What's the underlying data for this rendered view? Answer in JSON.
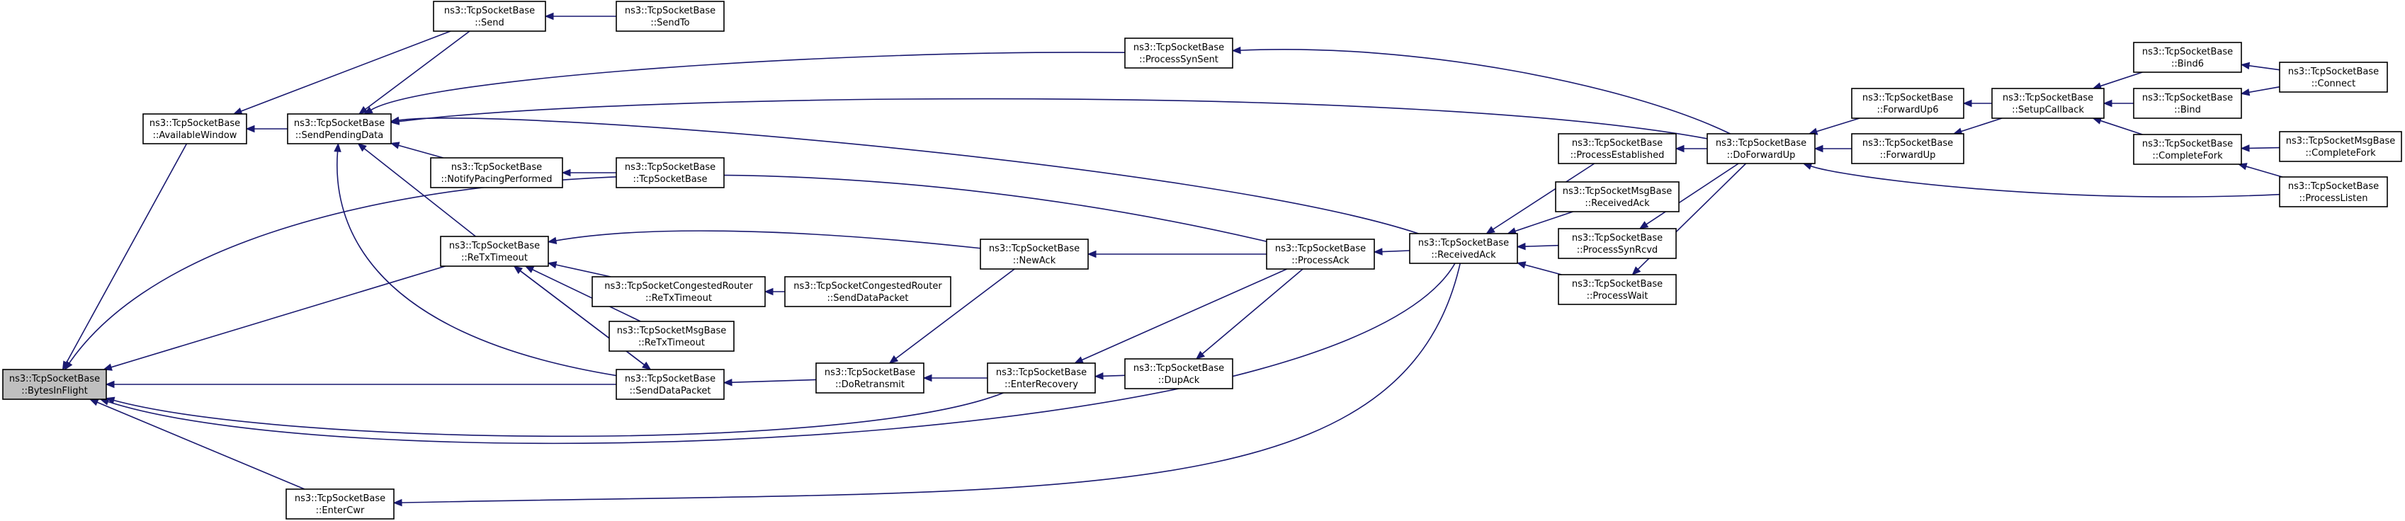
{
  "graph": {
    "edge_color": "#191970",
    "root_fill": "#bfbfbf",
    "nodes": [
      {
        "id": "BytesInFlight",
        "line1": "ns3::TcpSocketBase",
        "line2": "::BytesInFlight",
        "root": true
      },
      {
        "id": "AvailableWindow",
        "line1": "ns3::TcpSocketBase",
        "line2": "::AvailableWindow"
      },
      {
        "id": "SendPendingData",
        "line1": "ns3::TcpSocketBase",
        "line2": "::SendPendingData"
      },
      {
        "id": "Send",
        "line1": "ns3::TcpSocketBase",
        "line2": "::Send"
      },
      {
        "id": "SendTo",
        "line1": "ns3::TcpSocketBase",
        "line2": "::SendTo"
      },
      {
        "id": "ProcessSynSent",
        "line1": "ns3::TcpSocketBase",
        "line2": "::ProcessSynSent"
      },
      {
        "id": "NotifyPacingPerformed",
        "line1": "ns3::TcpSocketBase",
        "line2": "::NotifyPacingPerformed"
      },
      {
        "id": "TcpSocketBase",
        "line1": "ns3::TcpSocketBase",
        "line2": "::TcpSocketBase"
      },
      {
        "id": "ReTxTimeout",
        "line1": "ns3::TcpSocketBase",
        "line2": "::ReTxTimeout"
      },
      {
        "id": "CongReTxTimeout",
        "line1": "ns3::TcpSocketCongestedRouter",
        "line2": "::ReTxTimeout"
      },
      {
        "id": "CongSendDataPacket",
        "line1": "ns3::TcpSocketCongestedRouter",
        "line2": "::SendDataPacket"
      },
      {
        "id": "MsgReTxTimeout",
        "line1": "ns3::TcpSocketMsgBase",
        "line2": "::ReTxTimeout"
      },
      {
        "id": "SendDataPacket",
        "line1": "ns3::TcpSocketBase",
        "line2": "::SendDataPacket"
      },
      {
        "id": "DoRetransmit",
        "line1": "ns3::TcpSocketBase",
        "line2": "::DoRetransmit"
      },
      {
        "id": "NewAck",
        "line1": "ns3::TcpSocketBase",
        "line2": "::NewAck"
      },
      {
        "id": "EnterRecovery",
        "line1": "ns3::TcpSocketBase",
        "line2": "::EnterRecovery"
      },
      {
        "id": "DupAck",
        "line1": "ns3::TcpSocketBase",
        "line2": "::DupAck"
      },
      {
        "id": "ProcessAck",
        "line1": "ns3::TcpSocketBase",
        "line2": "::ProcessAck"
      },
      {
        "id": "ReceivedAck",
        "line1": "ns3::TcpSocketBase",
        "line2": "::ReceivedAck"
      },
      {
        "id": "EnterCwr",
        "line1": "ns3::TcpSocketBase",
        "line2": "::EnterCwr"
      },
      {
        "id": "ProcessEstablished",
        "line1": "ns3::TcpSocketBase",
        "line2": "::ProcessEstablished"
      },
      {
        "id": "MsgReceivedAck",
        "line1": "ns3::TcpSocketMsgBase",
        "line2": "::ReceivedAck"
      },
      {
        "id": "ProcessSynRcvd",
        "line1": "ns3::TcpSocketBase",
        "line2": "::ProcessSynRcvd"
      },
      {
        "id": "ProcessWait",
        "line1": "ns3::TcpSocketBase",
        "line2": "::ProcessWait"
      },
      {
        "id": "DoForwardUp",
        "line1": "ns3::TcpSocketBase",
        "line2": "::DoForwardUp"
      },
      {
        "id": "ForwardUp6",
        "line1": "ns3::TcpSocketBase",
        "line2": "::ForwardUp6"
      },
      {
        "id": "ForwardUp",
        "line1": "ns3::TcpSocketBase",
        "line2": "::ForwardUp"
      },
      {
        "id": "SetupCallback",
        "line1": "ns3::TcpSocketBase",
        "line2": "::SetupCallback"
      },
      {
        "id": "Bind6",
        "line1": "ns3::TcpSocketBase",
        "line2": "::Bind6"
      },
      {
        "id": "Bind",
        "line1": "ns3::TcpSocketBase",
        "line2": "::Bind"
      },
      {
        "id": "CompleteFork",
        "line1": "ns3::TcpSocketBase",
        "line2": "::CompleteFork"
      },
      {
        "id": "Connect",
        "line1": "ns3::TcpSocketBase",
        "line2": "::Connect"
      },
      {
        "id": "MsgCompleteFork",
        "line1": "ns3::TcpSocketMsgBase",
        "line2": "::CompleteFork"
      },
      {
        "id": "ProcessListen",
        "line1": "ns3::TcpSocketBase",
        "line2": "::ProcessListen"
      }
    ],
    "edges": [
      {
        "from": "AvailableWindow",
        "to": "BytesInFlight"
      },
      {
        "from": "SendPendingData",
        "to": "AvailableWindow"
      },
      {
        "from": "Send",
        "to": "AvailableWindow"
      },
      {
        "from": "SendTo",
        "to": "Send"
      },
      {
        "from": "Send",
        "to": "SendPendingData"
      },
      {
        "from": "ProcessSynSent",
        "to": "SendPendingData"
      },
      {
        "from": "DoForwardUp",
        "to": "ProcessSynSent"
      },
      {
        "from": "DoForwardUp",
        "to": "SendPendingData"
      },
      {
        "from": "ReceivedAck",
        "to": "SendPendingData"
      },
      {
        "from": "NotifyPacingPerformed",
        "to": "SendPendingData"
      },
      {
        "from": "TcpSocketBase",
        "to": "NotifyPacingPerformed"
      },
      {
        "from": "ReTxTimeout",
        "to": "SendPendingData"
      },
      {
        "from": "SendDataPacket",
        "to": "SendPendingData"
      },
      {
        "from": "ProcessAck",
        "to": "BytesInFlight"
      },
      {
        "from": "ReTxTimeout",
        "to": "BytesInFlight"
      },
      {
        "from": "SendDataPacket",
        "to": "BytesInFlight"
      },
      {
        "from": "EnterRecovery",
        "to": "BytesInFlight"
      },
      {
        "from": "ReceivedAck",
        "to": "BytesInFlight"
      },
      {
        "from": "EnterCwr",
        "to": "BytesInFlight"
      },
      {
        "from": "ReceivedAck",
        "to": "EnterCwr"
      },
      {
        "from": "NewAck",
        "to": "ReTxTimeout"
      },
      {
        "from": "CongReTxTimeout",
        "to": "ReTxTimeout"
      },
      {
        "from": "MsgReTxTimeout",
        "to": "ReTxTimeout"
      },
      {
        "from": "SendDataPacket",
        "to": "ReTxTimeout"
      },
      {
        "from": "CongSendDataPacket",
        "to": "CongReTxTimeout"
      },
      {
        "from": "ReTxTimeout",
        "to": "SendDataPacket"
      },
      {
        "from": "DoRetransmit",
        "to": "SendDataPacket"
      },
      {
        "from": "NewAck",
        "to": "DoRetransmit"
      },
      {
        "from": "EnterRecovery",
        "to": "DoRetransmit"
      },
      {
        "from": "ProcessAck",
        "to": "NewAck"
      },
      {
        "from": "ProcessAck",
        "to": "EnterRecovery"
      },
      {
        "from": "DupAck",
        "to": "EnterRecovery"
      },
      {
        "from": "ProcessAck",
        "to": "DupAck"
      },
      {
        "from": "ReceivedAck",
        "to": "ProcessAck"
      },
      {
        "from": "ProcessEstablished",
        "to": "ReceivedAck"
      },
      {
        "from": "MsgReceivedAck",
        "to": "ReceivedAck"
      },
      {
        "from": "ProcessSynRcvd",
        "to": "ReceivedAck"
      },
      {
        "from": "ProcessWait",
        "to": "ReceivedAck"
      },
      {
        "from": "DoForwardUp",
        "to": "ProcessEstablished"
      },
      {
        "from": "DoForwardUp",
        "to": "ProcessSynRcvd"
      },
      {
        "from": "DoForwardUp",
        "to": "ProcessWait"
      },
      {
        "from": "ForwardUp6",
        "to": "DoForwardUp"
      },
      {
        "from": "ForwardUp",
        "to": "DoForwardUp"
      },
      {
        "from": "ProcessListen",
        "to": "DoForwardUp"
      },
      {
        "from": "SetupCallback",
        "to": "ForwardUp6"
      },
      {
        "from": "SetupCallback",
        "to": "ForwardUp"
      },
      {
        "from": "Bind6",
        "to": "SetupCallback"
      },
      {
        "from": "Bind",
        "to": "SetupCallback"
      },
      {
        "from": "CompleteFork",
        "to": "SetupCallback"
      },
      {
        "from": "Connect",
        "to": "Bind6"
      },
      {
        "from": "Connect",
        "to": "Bind"
      },
      {
        "from": "MsgCompleteFork",
        "to": "CompleteFork"
      },
      {
        "from": "ProcessListen",
        "to": "CompleteFork"
      }
    ]
  }
}
